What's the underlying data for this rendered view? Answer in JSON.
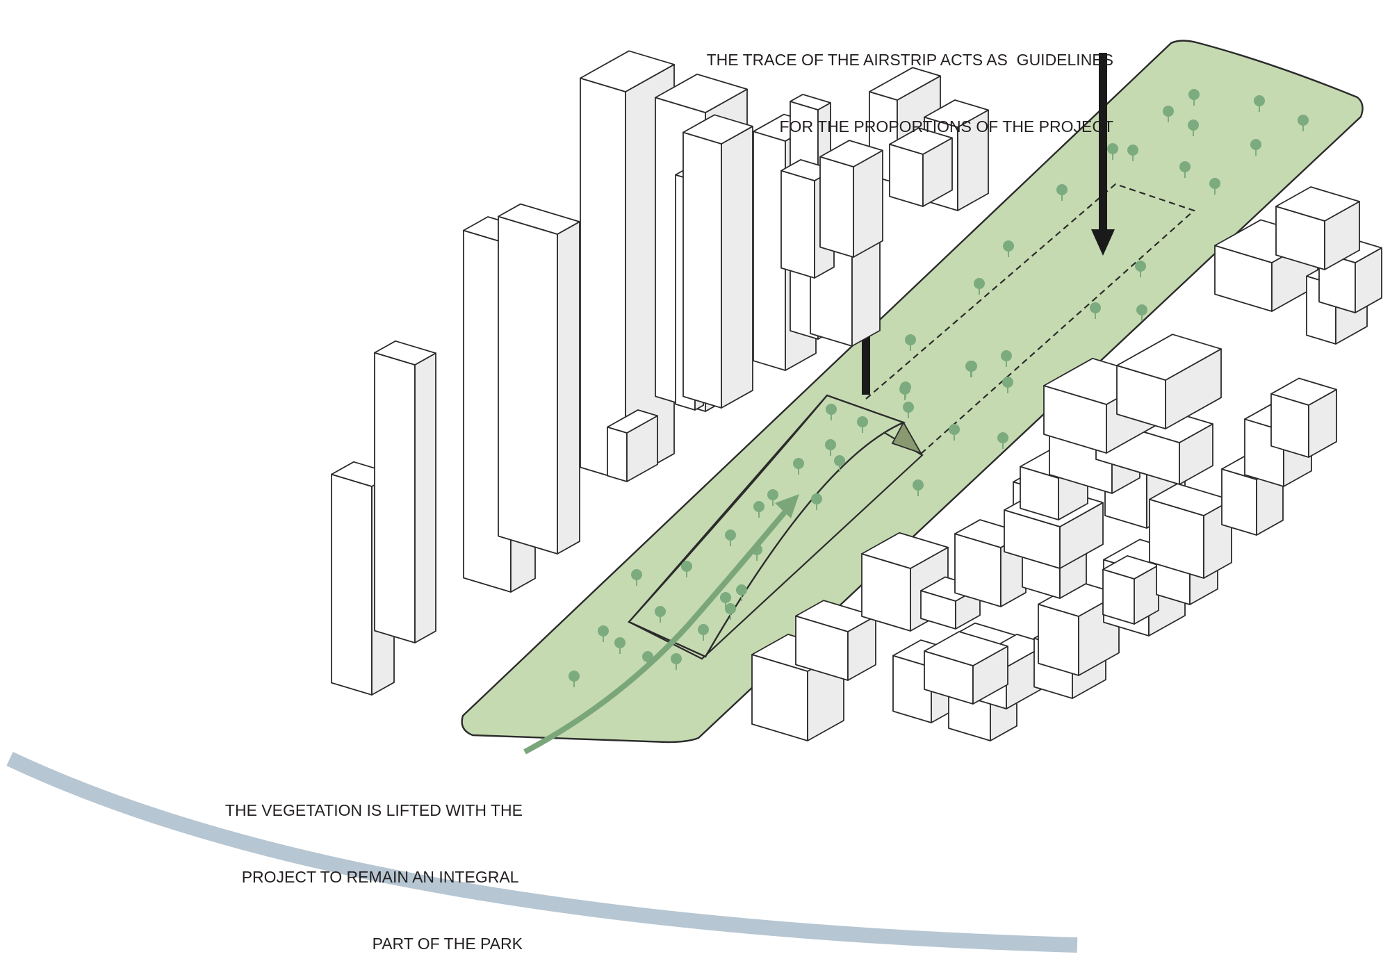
{
  "annotations": {
    "airstrip": {
      "lines": [
        "THE TRACE OF THE AIRSTRIP ACTS AS  GUIDELINES",
        "FOR THE PROPORTIONS OF THE PROJECT"
      ]
    },
    "vegetation": {
      "lines": [
        "THE VEGETATION IS LIFTED WITH THE",
        "PROJECT TO REMAIN AN INTEGRAL ",
        "PART OF THE PARK"
      ]
    }
  },
  "colors": {
    "background": "#ffffff",
    "park": "#c5dab1",
    "park_fold": "#8a9a70",
    "tree": "#7bab7e",
    "lift_arrow": "#7aa67a",
    "direction_arrow": "#1a1a1a",
    "building_top": "#ffffff",
    "building_front": "#ffffff",
    "building_side": "#ececec",
    "outline": "#2b2b2b",
    "river": "#b6c6d2"
  },
  "icons": {
    "up_arrow": "arrow-up-icon",
    "down_arrow": "arrow-down-icon",
    "tree": "tree-icon"
  }
}
